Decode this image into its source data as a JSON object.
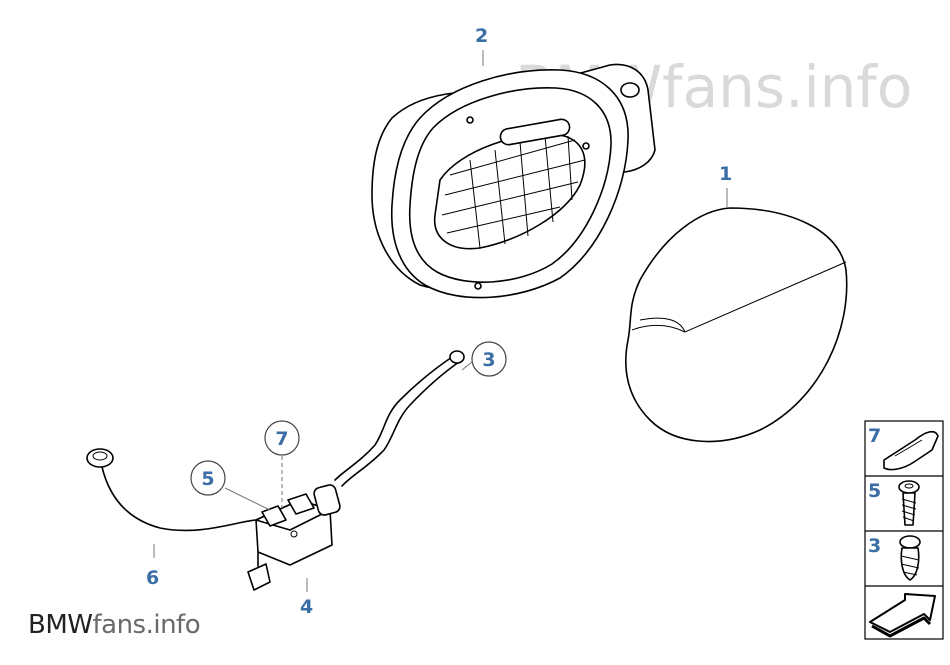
{
  "watermark": "BMWfans.info",
  "brand": {
    "name": "BMW",
    "suffix": "fans.info"
  },
  "callouts": {
    "p1": "1",
    "p2": "2",
    "p3": "3",
    "p4": "4",
    "p5": "5",
    "p6": "6",
    "p7": "7"
  },
  "legend": {
    "row1": "7",
    "row2": "5",
    "row3": "3"
  },
  "colors": {
    "callout": "#3a6ea5",
    "line": "#000000",
    "watermark": "#d9d9d9"
  }
}
